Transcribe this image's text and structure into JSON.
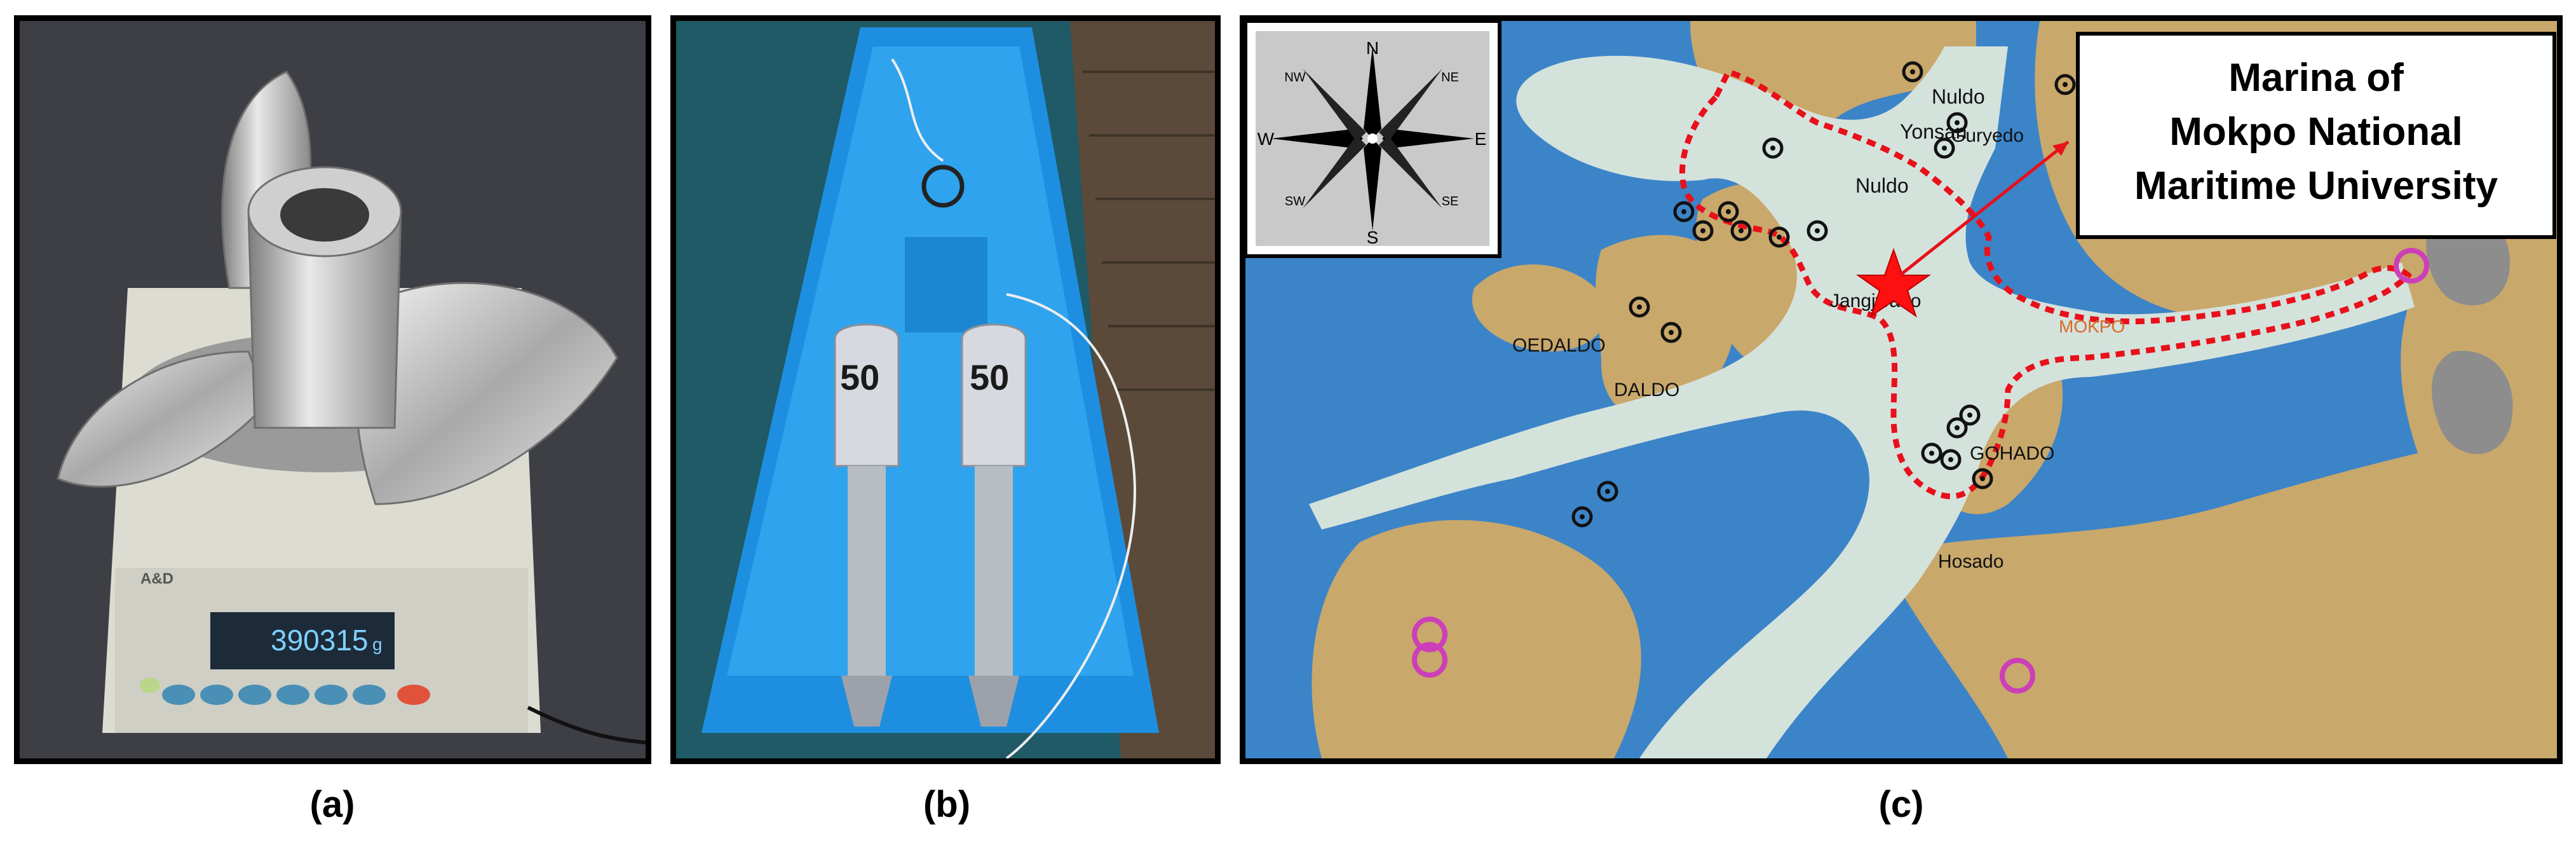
{
  "captions": {
    "a": "(a)",
    "b": "(b)",
    "c": "(c)"
  },
  "panel_a": {
    "scale_display": "390315",
    "scale_unit": "g",
    "scale_brand": "A&D"
  },
  "panel_b": {
    "outboard_left_label": "50",
    "outboard_right_label": "50"
  },
  "panel_c": {
    "callout_line1": "Marina of",
    "callout_line2": "Mokpo National",
    "callout_line3": "Maritime University",
    "compass": {
      "n": "N",
      "s": "S",
      "e": "E",
      "w": "W",
      "ne": "NE",
      "nw": "NW",
      "se": "SE",
      "sw": "SW"
    },
    "places": {
      "p1": "Yonsan",
      "p2": "Nuldo",
      "p3": "Guryedo",
      "p4": "Nuldo",
      "p5": "Jangjwado",
      "p6": "OEDALDO",
      "p7": "DALDO",
      "p8": "GOHADO",
      "p9": "Hosado",
      "p10": "MOKPO"
    },
    "colors": {
      "water": "#3c84c8",
      "channel": "#d4e2dc",
      "land": "#c9a86b",
      "route": "#e8101a",
      "star": "#ff1010"
    }
  }
}
